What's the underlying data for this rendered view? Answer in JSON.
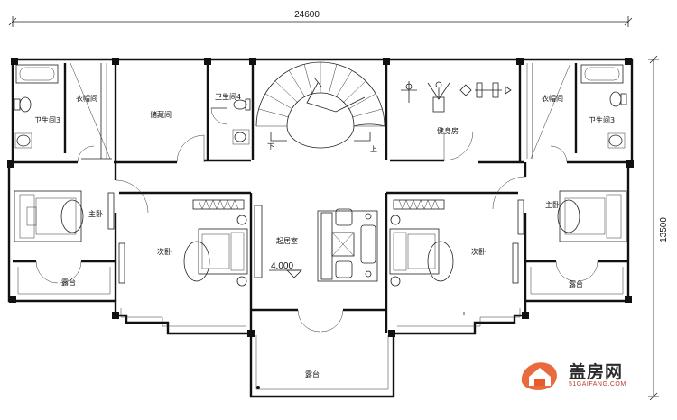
{
  "dimensions": {
    "width_label": "24600",
    "depth_label": "13500"
  },
  "elevation": "4.000",
  "rooms": {
    "wardrobe_left": "衣帽间",
    "wardrobe_right": "衣帽间",
    "bath_left": "卫生间3",
    "bath_right": "卫生间3",
    "bath_mid": "卫生间4",
    "storage": "储藏间",
    "gym": "健身房",
    "master_left": "主卧",
    "master_right": "主卧",
    "second_left": "次卧",
    "second_right": "次卧",
    "living": "起居室",
    "terrace_left": "露台",
    "terrace_right": "露台",
    "terrace_bottom": "露台"
  },
  "stair": {
    "down": "下",
    "up": "上"
  },
  "watermark": {
    "name": "盖房网",
    "url": "51GAIFANG.COM"
  }
}
